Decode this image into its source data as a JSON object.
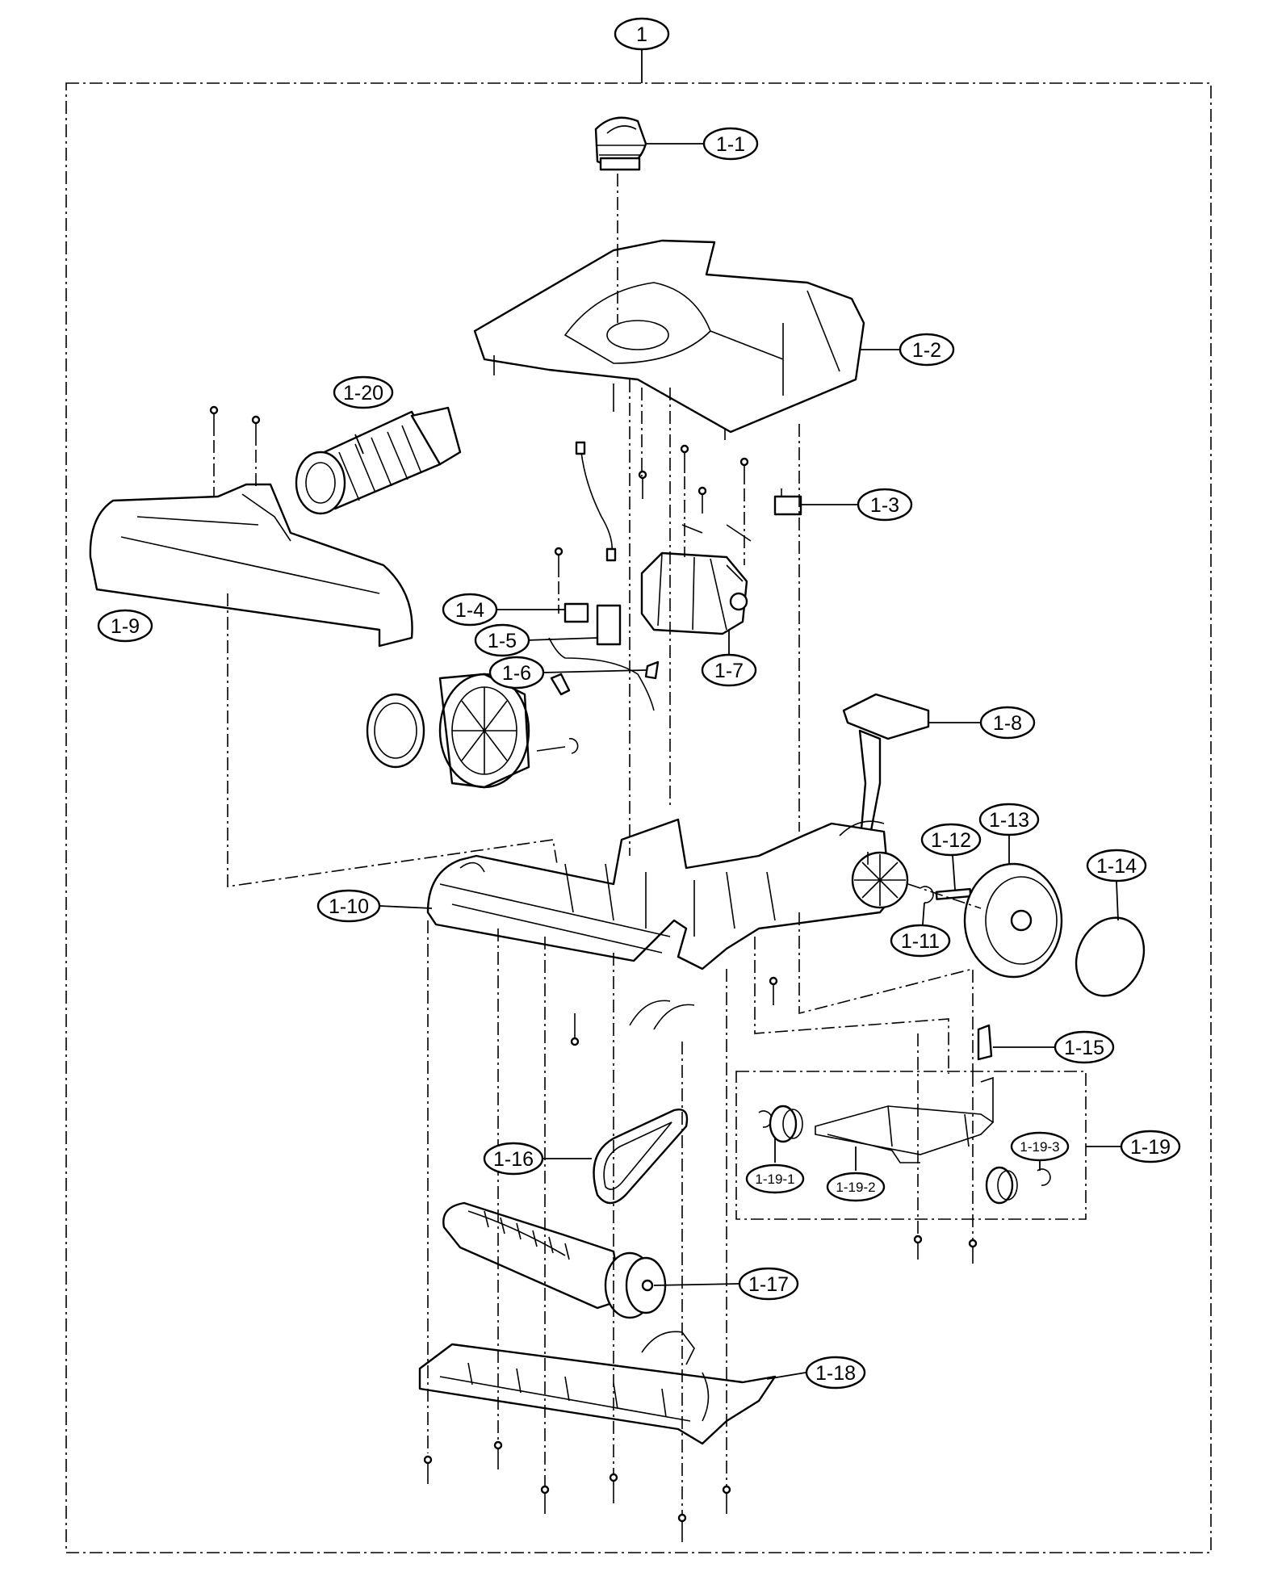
{
  "labels": {
    "main": "1",
    "p1": "1-1",
    "p2": "1-2",
    "p3": "1-3",
    "p4": "1-4",
    "p5": "1-5",
    "p6": "1-6",
    "p7": "1-7",
    "p8": "1-8",
    "p9": "1-9",
    "p10": "1-10",
    "p11": "1-11",
    "p12": "1-12",
    "p13": "1-13",
    "p14": "1-14",
    "p15": "1-15",
    "p16": "1-16",
    "p17": "1-17",
    "p18": "1-18",
    "p19": "1-19",
    "p19_1": "1-19-1",
    "p19_2": "1-19-2",
    "p19_3": "1-19-3",
    "p20": "1-20"
  }
}
